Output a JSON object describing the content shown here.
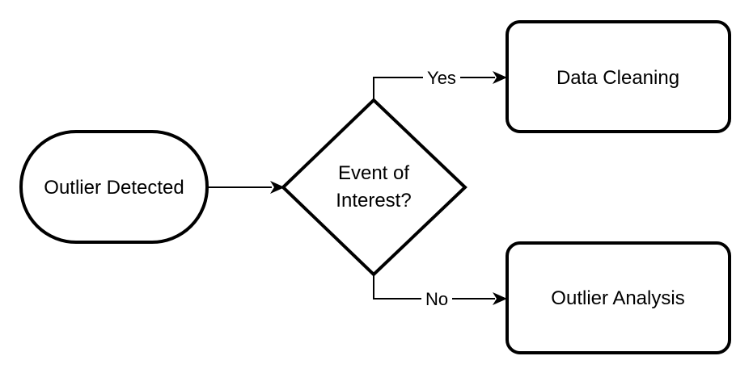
{
  "nodes": {
    "start": {
      "label": "Outlier Detected"
    },
    "decision": {
      "line1": "Event of",
      "line2": "Interest?"
    },
    "yes_target": {
      "label": "Data Cleaning"
    },
    "no_target": {
      "label": "Outlier Analysis"
    }
  },
  "edges": {
    "yes": {
      "label": "Yes"
    },
    "no": {
      "label": "No"
    }
  }
}
